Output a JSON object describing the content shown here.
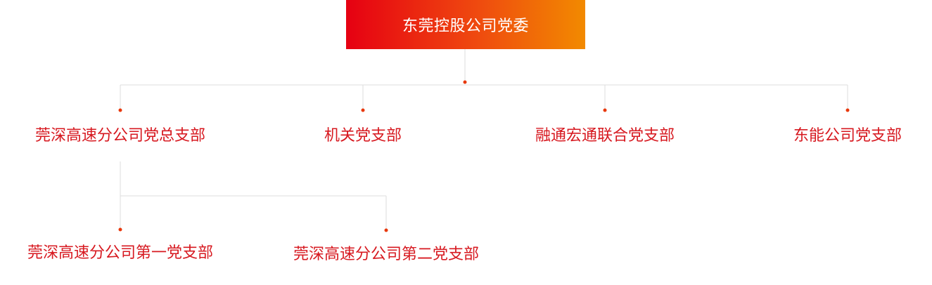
{
  "root": {
    "label": "东莞控股公司党委",
    "gradient_start": "#e60012",
    "gradient_end": "#f28a00"
  },
  "level1": [
    {
      "label": "莞深高速分公司党总支部"
    },
    {
      "label": "机关党支部"
    },
    {
      "label": "融通宏通联合党支部"
    },
    {
      "label": "东能公司党支部"
    }
  ],
  "level2": [
    {
      "label": "莞深高速分公司第一党支部"
    },
    {
      "label": "莞深高速分公司第二党支部"
    }
  ],
  "colors": {
    "node_text": "#d71920",
    "connector": "#dedede",
    "dot": "#e8380d"
  }
}
